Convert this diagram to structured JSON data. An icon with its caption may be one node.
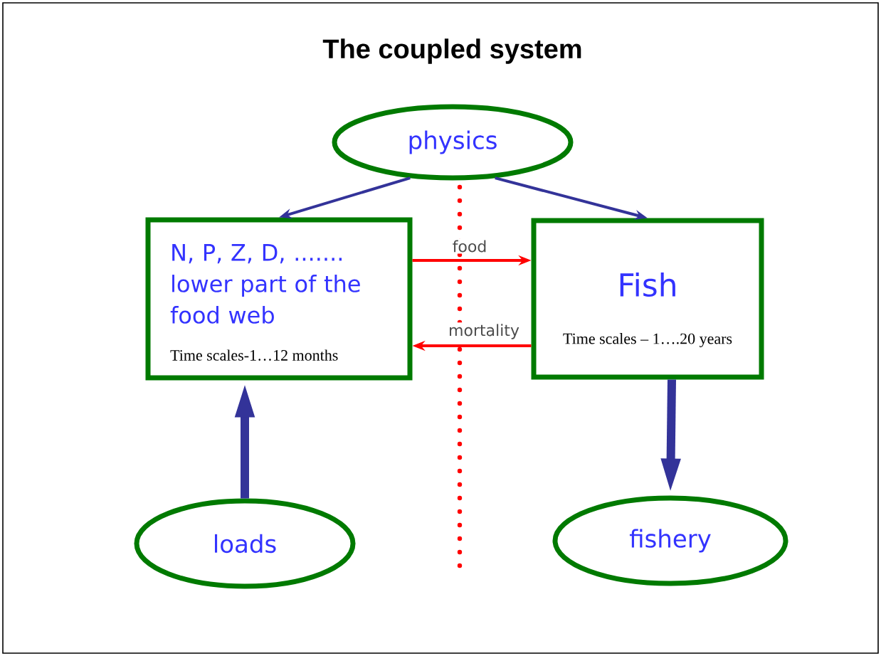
{
  "diagram": {
    "title": "The coupled system",
    "nodes": [
      {
        "text": [
          "physics"
        ]
      },
      {
        "text": [
          "N, P, Z, D, ....... lower part of the food web",
          "Time scales-1…12 months"
        ]
      },
      {
        "text": [
          "Fish",
          "Time scales – 1….20 years"
        ]
      },
      {
        "text": [
          "loads"
        ]
      },
      {
        "text": [
          "fishery"
        ]
      }
    ],
    "edges": [
      {
        "from": 0,
        "to": 1,
        "arrow": "to"
      },
      {
        "from": 0,
        "to": 2,
        "arrow": "to"
      },
      {
        "from": 1,
        "to": 2,
        "arrow": "to",
        "label": "food",
        "color": "#ff0000"
      },
      {
        "from": 2,
        "to": 1,
        "arrow": "to",
        "label": "mortality",
        "color": "#ff0000"
      },
      {
        "from": 3,
        "to": 1,
        "arrow": "to",
        "style": "thick"
      },
      {
        "from": 2,
        "to": 4,
        "arrow": "to",
        "style": "thick"
      }
    ]
  }
}
